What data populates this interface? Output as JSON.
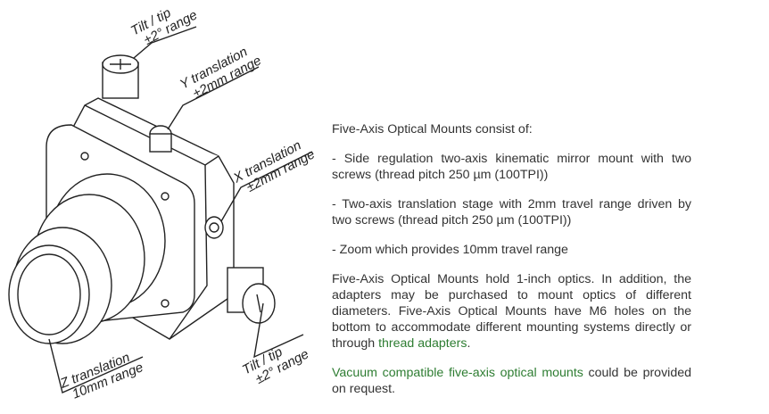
{
  "drawing": {
    "labels": {
      "tilt_top": [
        "Tilt / tip",
        "±2° range"
      ],
      "y_translation": [
        "Y translation",
        "±2mm range"
      ],
      "x_translation": [
        "X translation",
        "±2mm range"
      ],
      "tilt_bottom": [
        "Tilt / tip",
        "±2° range"
      ],
      "z_translation": [
        "Z translation",
        "10mm range"
      ]
    }
  },
  "content": {
    "intro": "Five-Axis Optical Mounts consist of:",
    "items": [
      "- Side regulation two-axis kinematic mirror mount with two screws (thread pitch 250 µm (100TPI))",
      "- Two-axis translation stage with 2mm travel range driven by two screws (thread pitch 250 µm (100TPI))",
      "- Zoom which provides 10mm travel range"
    ],
    "para_text": "Five-Axis Optical Mounts hold 1-inch optics. In addition, the adapters may be purchased to mount optics of different diameters. Five-Axis Optical Mounts have M6 holes on the bottom to accommodate different mounting systems directly or through ",
    "thread_adapters_link": "thread adapters",
    "para_end": ".",
    "vacuum_link": "Vacuum compatible five-axis optical mounts",
    "vacuum_rest": " could be provided on request.",
    "link_color": "#2e7d32"
  }
}
